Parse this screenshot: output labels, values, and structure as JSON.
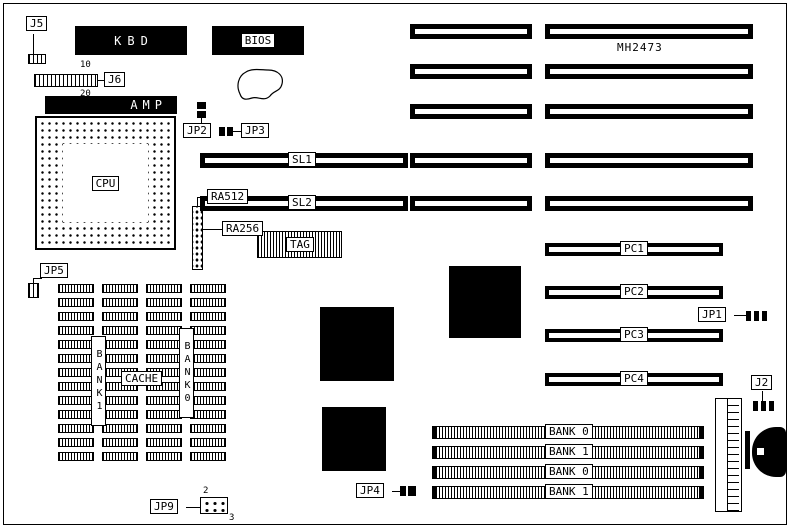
{
  "diagram": {
    "model": "MH2473",
    "ink_color": "#000000",
    "paper_color": "#ffffff"
  },
  "labels": {
    "j5": "J5",
    "j6": "J6",
    "j6_pin_top": "10",
    "j6_pin_bottom": "20",
    "kbd": "KBD",
    "bios": "BIOS",
    "amp": "AMP",
    "cpu": "CPU",
    "jp2": "JP2",
    "jp3": "JP3",
    "jp5": "JP5",
    "jp1": "JP1",
    "jp4": "JP4",
    "jp9": "JP9",
    "jp9_pin2": "2",
    "jp9_pin3": "3",
    "j2": "J2",
    "sl1": "SL1",
    "sl2": "SL2",
    "ra512": "RA512",
    "ra256": "RA256",
    "tag": "TAG",
    "cache": "CACHE",
    "bank1_vertical": "BANK1",
    "bank0_vertical": "BANK0",
    "pc1": "PC1",
    "pc2": "PC2",
    "pc3": "PC3",
    "pc4": "PC4"
  },
  "simm_banks": [
    "BANK 0",
    "BANK 1",
    "BANK 0",
    "BANK 1"
  ]
}
